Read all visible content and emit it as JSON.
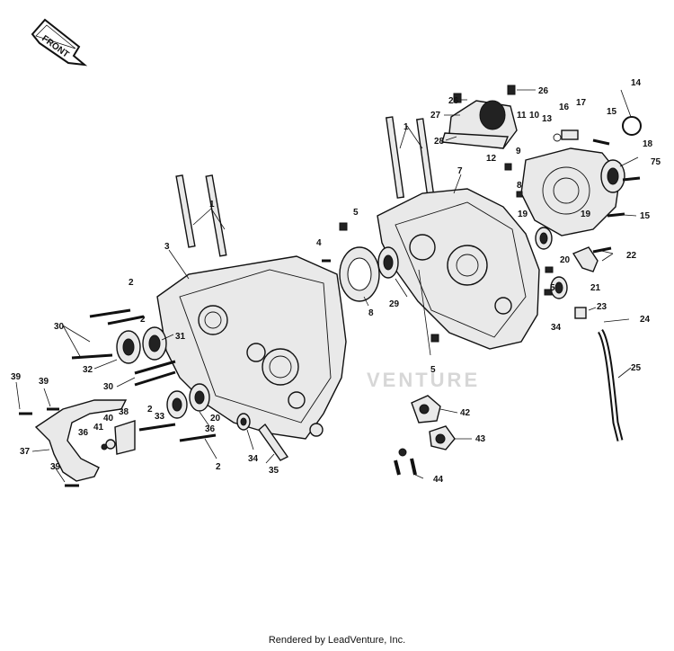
{
  "front_arrow_text": "FRONT",
  "watermark_text": "VENTURE",
  "footer_text": "Rendered by LeadVenture, Inc.",
  "callouts": [
    {
      "id": "c26a",
      "text": "26"
    },
    {
      "id": "c26b",
      "text": "26"
    },
    {
      "id": "c27",
      "text": "27"
    },
    {
      "id": "c28",
      "text": "28"
    },
    {
      "id": "c11",
      "text": "11"
    },
    {
      "id": "c10",
      "text": "10"
    },
    {
      "id": "c13",
      "text": "13"
    },
    {
      "id": "c16",
      "text": "16"
    },
    {
      "id": "c17",
      "text": "17"
    },
    {
      "id": "c15a",
      "text": "15"
    },
    {
      "id": "c14",
      "text": "14"
    },
    {
      "id": "c9",
      "text": "9"
    },
    {
      "id": "c12",
      "text": "12"
    },
    {
      "id": "c8a",
      "text": "8"
    },
    {
      "id": "c18",
      "text": "18"
    },
    {
      "id": "c75",
      "text": "75"
    },
    {
      "id": "c19a",
      "text": "19"
    },
    {
      "id": "c19b",
      "text": "19"
    },
    {
      "id": "c15b",
      "text": "15"
    },
    {
      "id": "c1a",
      "text": "1"
    },
    {
      "id": "c1b",
      "text": "1"
    },
    {
      "id": "c7",
      "text": "7"
    },
    {
      "id": "c5a",
      "text": "5"
    },
    {
      "id": "c3",
      "text": "3"
    },
    {
      "id": "c4",
      "text": "4"
    },
    {
      "id": "c22",
      "text": "22"
    },
    {
      "id": "c20a",
      "text": "20"
    },
    {
      "id": "c21",
      "text": "21"
    },
    {
      "id": "c2a",
      "text": "2"
    },
    {
      "id": "c2b",
      "text": "2"
    },
    {
      "id": "c8b",
      "text": "8"
    },
    {
      "id": "c29",
      "text": "29"
    },
    {
      "id": "c5b",
      "text": "5"
    },
    {
      "id": "c34a",
      "text": "34"
    },
    {
      "id": "c23",
      "text": "23"
    },
    {
      "id": "c24",
      "text": "24"
    },
    {
      "id": "c30a",
      "text": "30"
    },
    {
      "id": "c31",
      "text": "31"
    },
    {
      "id": "c32",
      "text": "32"
    },
    {
      "id": "c25",
      "text": "25"
    },
    {
      "id": "c5c",
      "text": "5"
    },
    {
      "id": "c39a",
      "text": "39"
    },
    {
      "id": "c39b",
      "text": "39"
    },
    {
      "id": "c30b",
      "text": "30"
    },
    {
      "id": "c42",
      "text": "42"
    },
    {
      "id": "c2c",
      "text": "2"
    },
    {
      "id": "c33",
      "text": "33"
    },
    {
      "id": "c20b",
      "text": "20"
    },
    {
      "id": "c40",
      "text": "40"
    },
    {
      "id": "c38",
      "text": "38"
    },
    {
      "id": "c41",
      "text": "41"
    },
    {
      "id": "c36a",
      "text": "36"
    },
    {
      "id": "c36b",
      "text": "36"
    },
    {
      "id": "c43",
      "text": "43"
    },
    {
      "id": "c37",
      "text": "37"
    },
    {
      "id": "c2d",
      "text": "2"
    },
    {
      "id": "c34b",
      "text": "34"
    },
    {
      "id": "c35",
      "text": "35"
    },
    {
      "id": "c39c",
      "text": "39"
    },
    {
      "id": "c44",
      "text": "44"
    }
  ]
}
